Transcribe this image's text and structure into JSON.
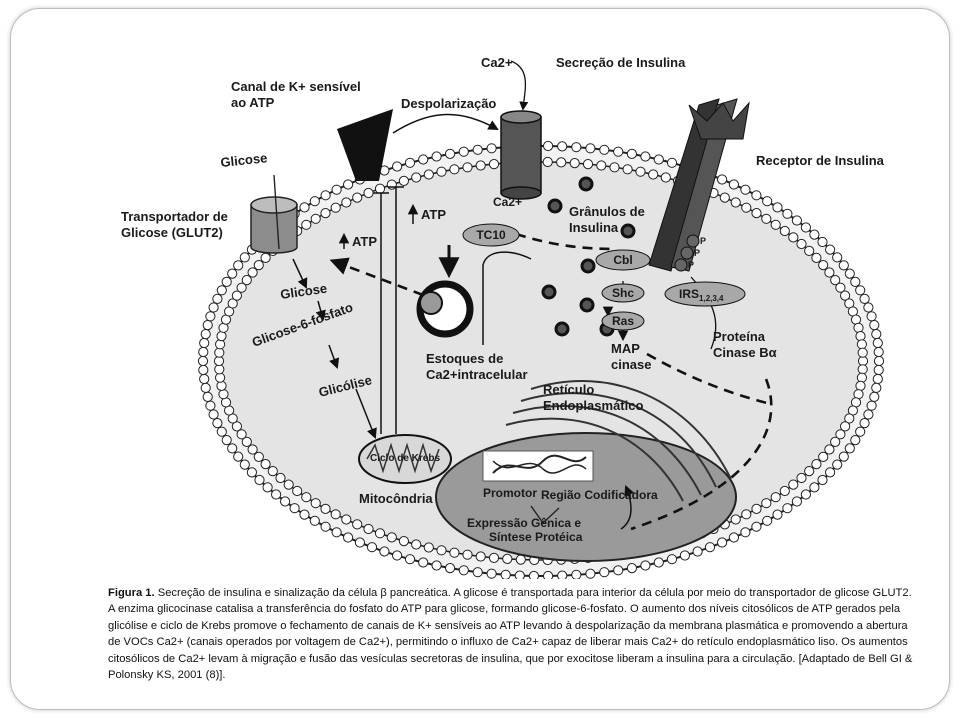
{
  "labels": {
    "canal_k": [
      "Canal de K+ sensível",
      "ao ATP"
    ],
    "despolarizacao": "Despolarização",
    "ca_top": "Ca2+",
    "secrecao": "Secreção de Insulina",
    "receptor": "Receptor de Insulina",
    "glicose_top": "Glicose",
    "transportador": [
      "Transportador de",
      "Glicose (GLUT2)"
    ],
    "atp1": "ATP",
    "atp2": "ATP",
    "ca_channel": "Ca2+",
    "granulos": [
      "Grânulos de",
      "Insulina"
    ],
    "tc10": "TC10",
    "cbl": "Cbl",
    "p": "P",
    "glicose_in": "Glicose",
    "g6p": "Glicose-6-fosfato",
    "shc": "Shc",
    "irs": "IRS",
    "irs_sub": "1,2,3,4",
    "ras": "Ras",
    "map": [
      "MAP",
      "cinase"
    ],
    "proteina": [
      "Proteína",
      "Cinase Bα"
    ],
    "glicolise": "Glicólise",
    "estoques": [
      "Estoques de",
      "Ca2+intracelular"
    ],
    "reticulo": [
      "Retículo",
      "Endoplasmático"
    ],
    "krebs": "Ciclo de Krebs",
    "mitocondria": "Mitocôndria",
    "promotor": "Promotor",
    "regiao": "Região Codificadora",
    "expressao": [
      "Expressão Gênica e",
      "Síntese Protéica"
    ]
  },
  "caption": {
    "title": "Figura 1.",
    "text": " Secreção de insulina e sinalização da célula β pancreática. A glicose é transportada para interior da célula por meio do transportador de glicose GLUT2. A enzima glicocinase catalisa a transferência do fosfato do ATP para glicose, formando glicose-6-fosfato. O aumento dos níveis citosólicos de ATP gerados pela glicólise e ciclo de Krebs promove o fechamento de canais de K+ sensíveis ao ATP levando à despolarização da membrana plasmática e promovendo a abertura de VOCs Ca2+ (canais operados por voltagem de Ca2+), permitindo o influxo de Ca2+ capaz de liberar mais Ca2+ do retículo endoplasmático liso. Os aumentos citosólicos de Ca2+ levam à migração e fusão das vesículas secretoras de insulina, que por exocitose liberam a insulina para a circulação. [Adaptado de Bell GI & Polonsky KS, 2001 (8)]."
  },
  "colors": {
    "membrane": "#222222",
    "cell_fill": "#e4e4e4",
    "nucleus_fill": "#9a9a9a",
    "channel_fill": "#555555",
    "k_channel": "#111111",
    "glut2": "#8c8c8c"
  }
}
